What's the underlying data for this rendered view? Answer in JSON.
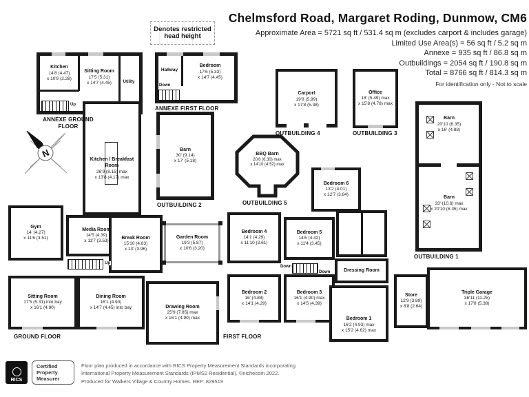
{
  "header": {
    "title": "Chelmsford Road, Margaret Roding, Dunmow, CM6",
    "line1": "Approximate Area = 5721 sq ft / 531.4 sq m (excludes carport & includes garage)",
    "line2": "Limited Use Area(s) = 56 sq ft / 5.2 sq m",
    "line3": "Annexe = 935 sq ft / 86.8 sq m",
    "line4": "Outbuildings = 2054 sq ft / 190.8 sq m",
    "line5": "Total = 8766 sq ft / 814.3 sq m",
    "note": "For identification only - Not to scale",
    "legend": "Denotes restricted head height"
  },
  "labels": {
    "annexe_ground": "ANNEXE GROUND FLOOR",
    "annexe_first": "ANNEXE FIRST FLOOR",
    "ob1": "OUTBUILDING 1",
    "ob2": "OUTBUILDING 2",
    "ob3": "OUTBUILDING 3",
    "ob4": "OUTBUILDING 4",
    "ob5": "OUTBUILDING 5",
    "ground": "GROUND FLOOR",
    "first": "FIRST FLOOR",
    "up": "Up",
    "down": "Down",
    "north": "N"
  },
  "rooms": {
    "annexe_kitchen": {
      "name": "Kitchen",
      "d1": "14'8 (4.47)",
      "d2": "x 10'9 (3.28)"
    },
    "annexe_sitting": {
      "name": "Sitting Room",
      "d1": "17'5 (5.31)",
      "d2": "x 14'7 (4.45)"
    },
    "utility": {
      "name": "Utility"
    },
    "hallway": {
      "name": "Hallway"
    },
    "annexe_bedroom": {
      "name": "Bedroom",
      "d1": "17'6 (5.33)",
      "d2": "x 14'7 (4.45)"
    },
    "carport": {
      "name": "Carport",
      "d1": "19'8 (5.99)",
      "d2": "x 17'8 (5.38)"
    },
    "office": {
      "name": "Office",
      "d1": "18' (5.49) max",
      "d2": "x 15'8 (4.78) max"
    },
    "barn2": {
      "name": "Barn",
      "d1": "30' (9.14)",
      "d2": "x 17' (5.18)"
    },
    "bbq_barn": {
      "name": "BBQ Barn",
      "d1": "20'8 (6.30) max",
      "d2": "x 14'10 (4.52) max"
    },
    "barn1a": {
      "name": "Barn",
      "d1": "20'10 (6.35)",
      "d2": "x 16' (4.88)"
    },
    "barn1b": {
      "name": "Barn",
      "d1": "33' (10.6) max",
      "d2": "x 20'10 (6.35) max"
    },
    "kitchen_breakfast": {
      "name": "Kitchen / Breakfast Room",
      "d1": "26'9 (8.15) max",
      "d2": "x 13'8 (4.17) max"
    },
    "gym": {
      "name": "Gym",
      "d1": "14' (4.27)",
      "d2": "x 11'6 (3.51)"
    },
    "media": {
      "name": "Media Room",
      "d1": "14'5 (4.39)",
      "d2": "x 11'7 (3.53)"
    },
    "break_room": {
      "name": "Break Room",
      "d1": "15'10 (4.83)",
      "d2": "x 13' (3.96)"
    },
    "garden": {
      "name": "Garden Room",
      "d1": "19'3 (5.87)",
      "d2": "x 10'6 (3.20)"
    },
    "sitting": {
      "name": "Sitting Room",
      "d1": "17'5 (5.31) into bay",
      "d2": "x 16'1 (4.90)"
    },
    "dining": {
      "name": "Dining Room",
      "d1": "16'1 (4.90)",
      "d2": "x 14'7 (4.45) into bay"
    },
    "drawing": {
      "name": "Drawing Room",
      "d1": "25'9 (7.85) max",
      "d2": "x 16'1 (4.90) max"
    },
    "bedroom6": {
      "name": "Bedroom 6",
      "d1": "13'2 (4.01)",
      "d2": "x 12'7 (3.84)"
    },
    "bedroom4": {
      "name": "Bedroom 4",
      "d1": "14'1 (4.29)",
      "d2": "x 11'10 (3.61)"
    },
    "bedroom5": {
      "name": "Bedroom 5",
      "d1": "14'6 (4.42)",
      "d2": "x 11'4 (3.45)"
    },
    "bedroom2": {
      "name": "Bedroom 2",
      "d1": "16' (4.88)",
      "d2": "x 14'1 (4.29)"
    },
    "bedroom3": {
      "name": "Bedroom 3",
      "d1": "16'1 (4.90) max",
      "d2": "x 14'5 (4.39)"
    },
    "dressing": {
      "name": "Dressing Room"
    },
    "bedroom1": {
      "name": "Bedroom 1",
      "d1": "16'2 (4.93) max",
      "d2": "x 15'2 (4.62) max"
    },
    "store": {
      "name": "Store",
      "d1": "12'9 (3.89)",
      "d2": "x 8'8 (2.64)"
    },
    "garage": {
      "name": "Triple Garage",
      "d1": "36'11 (11.25)",
      "d2": "x 17'8 (5.38)"
    }
  },
  "footer": {
    "rics": "RICS",
    "cert1": "Certified",
    "cert2": "Property",
    "cert3": "Measurer",
    "line1": "Floor plan produced in accordance with RICS Property Measurement Standards incorporating",
    "line2": "International Property Measurement Standards (IPMS2 Residential).  ©nichecom 2022.",
    "line3": "Produced for Walkers Village & Country Homes.   REF: 829519"
  }
}
